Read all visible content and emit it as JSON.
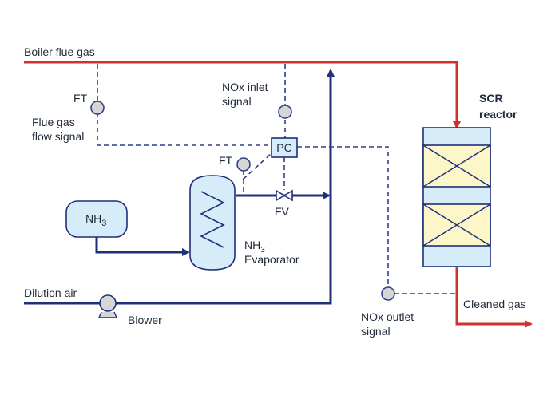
{
  "labels": {
    "boiler_flue_gas": "Boiler flue gas",
    "ft_top": "FT",
    "flue_gas_line1": "Flue gas",
    "flue_gas_line2": "flow signal",
    "nox_inlet_line1": "NOx inlet",
    "nox_inlet_line2": "signal",
    "pc": "PC",
    "ft_mid": "FT",
    "fv": "FV",
    "nh3_tank_base": "NH",
    "nh3_tank_sub": "3",
    "evap_nh_base": "NH",
    "evap_nh_sub": "3",
    "evaporator": "Evaporator",
    "dilution_air": "Dilution air",
    "blower": "Blower",
    "nox_outlet_line1": "NOx outlet",
    "nox_outlet_line2": "signal",
    "scr_line1": "SCR",
    "scr_line2": "reactor",
    "cleaned_gas": "Cleaned gas"
  },
  "colors": {
    "flue_gas_line": "#d32f2f",
    "process_line": "#1f2f7a",
    "signal_line": "#2f3f8a",
    "vessel_fill": "#d6ecf8",
    "vessel_stroke": "#1f2f7a",
    "catalyst_fill": "#fdf6c8",
    "instrument_fill": "#d6d6d6"
  }
}
